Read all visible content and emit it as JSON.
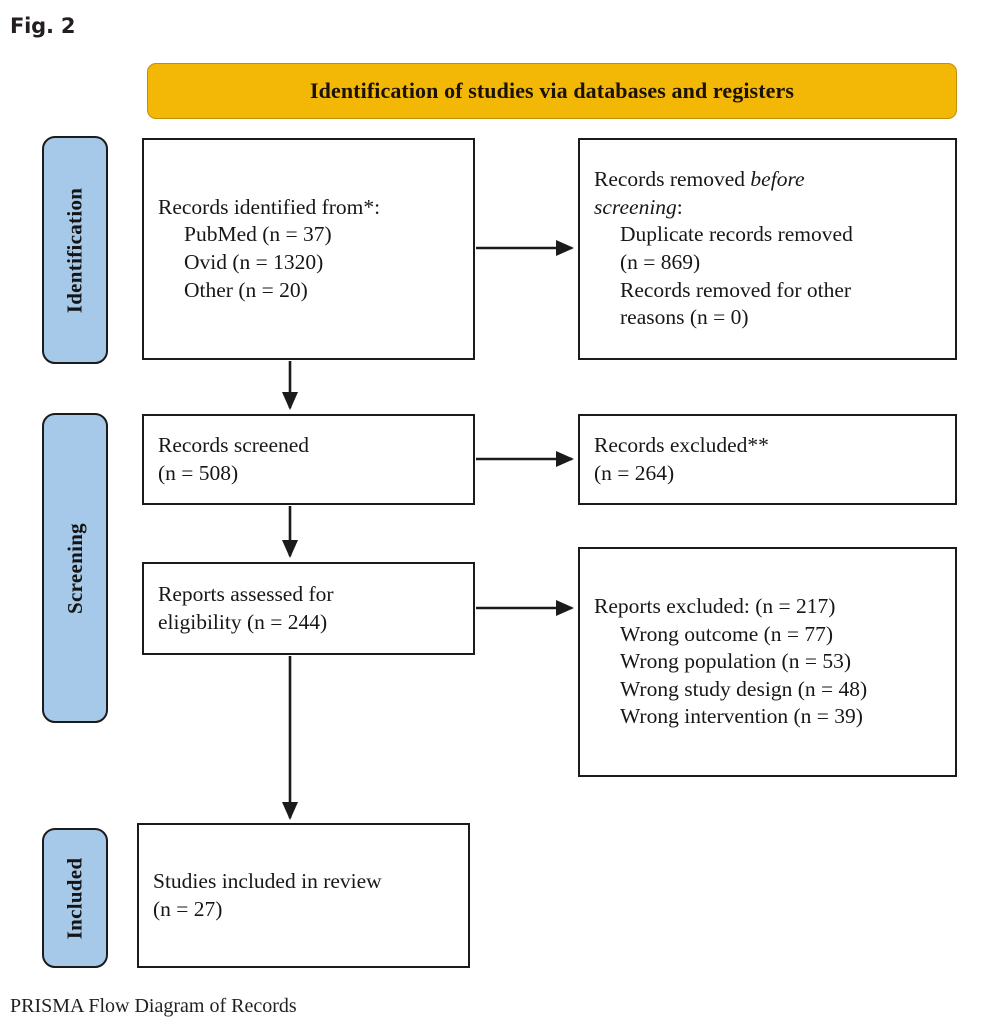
{
  "figure": {
    "label": "Fig. 2",
    "caption": "PRISMA Flow Diagram of Records"
  },
  "colors": {
    "banner_fill": "#f3b705",
    "banner_border": "#c08f06",
    "stage_fill": "#a6c8e9",
    "box_border": "#1b1b1b",
    "box_fill": "#ffffff",
    "text": "#171717"
  },
  "banner": {
    "title": "Identification of studies via databases and registers"
  },
  "stages": [
    {
      "id": "identification",
      "label": "Identification"
    },
    {
      "id": "screening",
      "label": "Screening"
    },
    {
      "id": "included",
      "label": "Included"
    }
  ],
  "boxes": {
    "identified": {
      "lines": [
        "Records identified from*:",
        "PubMed (n = 37)",
        "Ovid (n = 1320)",
        "Other (n = 20)"
      ]
    },
    "removed": {
      "line1_plain": "Records removed ",
      "line1_italic": "before",
      "line2_italic": "screening",
      "line2_plain": ":",
      "lines": [
        "Duplicate records removed",
        "(n = 869)",
        "Records removed for other",
        "reasons (n = 0)"
      ]
    },
    "screened": {
      "lines": [
        "Records screened",
        "(n = 508)"
      ]
    },
    "excluded": {
      "lines": [
        "Records excluded**",
        "(n = 264)"
      ]
    },
    "eligibility": {
      "lines": [
        "Reports assessed for",
        "eligibility (n = 244)"
      ]
    },
    "reports_excluded": {
      "header": "Reports excluded: (n = 217)",
      "reasons": [
        "Wrong outcome (n = 77)",
        "Wrong population (n = 53)",
        "Wrong study design (n = 48)",
        "Wrong intervention (n = 39)"
      ]
    },
    "included": {
      "lines": [
        "Studies included in review",
        "(n = 27)"
      ]
    }
  },
  "chart_data": {
    "type": "diagram",
    "title": "Identification of studies via databases and registers",
    "nodes": [
      {
        "id": "identified",
        "stage": "Identification",
        "label": "Records identified from*",
        "counts": {
          "PubMed": 37,
          "Ovid": 1320,
          "Other": 20
        }
      },
      {
        "id": "removed",
        "stage": "Identification",
        "label": "Records removed before screening",
        "counts": {
          "Duplicate records removed": 869,
          "Records removed for other reasons": 0
        }
      },
      {
        "id": "screened",
        "stage": "Screening",
        "label": "Records screened",
        "n": 508
      },
      {
        "id": "excluded",
        "stage": "Screening",
        "label": "Records excluded**",
        "n": 264
      },
      {
        "id": "eligibility",
        "stage": "Screening",
        "label": "Reports assessed for eligibility",
        "n": 244
      },
      {
        "id": "reports_excluded",
        "stage": "Screening",
        "label": "Reports excluded",
        "n": 217,
        "counts": {
          "Wrong outcome": 77,
          "Wrong population": 53,
          "Wrong study design": 48,
          "Wrong intervention": 39
        }
      },
      {
        "id": "included",
        "stage": "Included",
        "label": "Studies included in review",
        "n": 27
      }
    ],
    "edges": [
      {
        "from": "identified",
        "to": "removed",
        "direction": "right"
      },
      {
        "from": "identified",
        "to": "screened",
        "direction": "down"
      },
      {
        "from": "screened",
        "to": "excluded",
        "direction": "right"
      },
      {
        "from": "screened",
        "to": "eligibility",
        "direction": "down"
      },
      {
        "from": "eligibility",
        "to": "reports_excluded",
        "direction": "right"
      },
      {
        "from": "eligibility",
        "to": "included",
        "direction": "down"
      }
    ]
  }
}
